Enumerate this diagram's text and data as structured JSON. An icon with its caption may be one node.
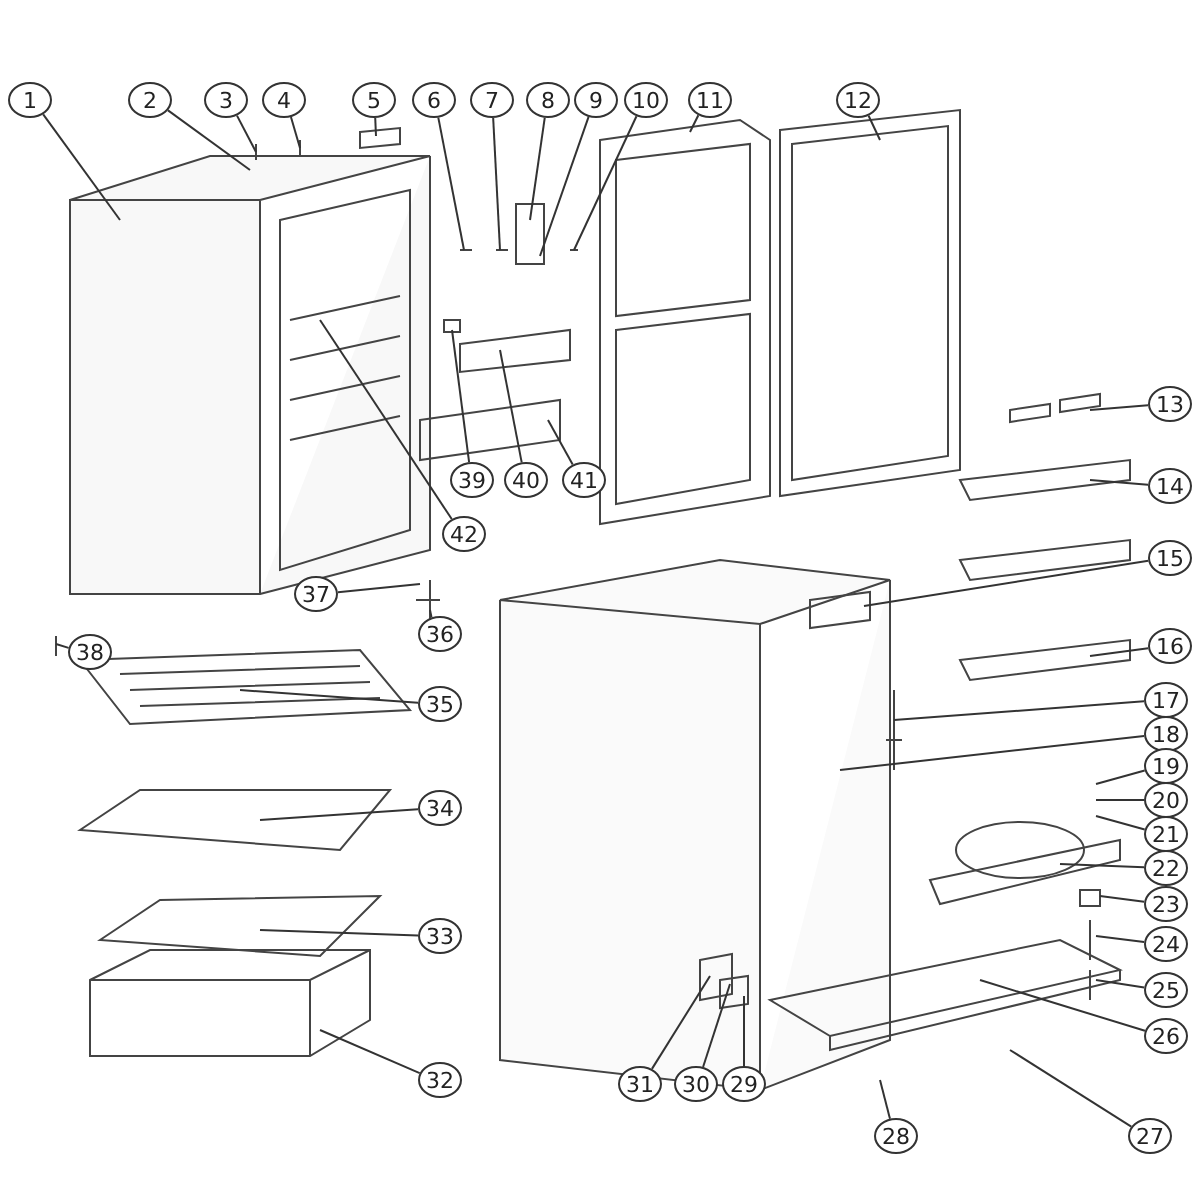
{
  "diagram": {
    "nodes": [
      {
        "text": [
          "1"
        ]
      },
      {
        "text": [
          "2"
        ]
      },
      {
        "text": [
          "3"
        ]
      },
      {
        "text": [
          "4"
        ]
      },
      {
        "text": [
          "5"
        ]
      },
      {
        "text": [
          "6"
        ]
      },
      {
        "text": [
          "7"
        ]
      },
      {
        "text": [
          "8"
        ]
      },
      {
        "text": [
          "9"
        ]
      },
      {
        "text": [
          "10"
        ]
      },
      {
        "text": [
          "11"
        ]
      },
      {
        "text": [
          "12"
        ]
      },
      {
        "text": [
          "13"
        ]
      },
      {
        "text": [
          "14"
        ]
      },
      {
        "text": [
          "15"
        ]
      },
      {
        "text": [
          "16"
        ]
      },
      {
        "text": [
          "17"
        ]
      },
      {
        "text": [
          "18"
        ]
      },
      {
        "text": [
          "19"
        ]
      },
      {
        "text": [
          "20"
        ]
      },
      {
        "text": [
          "21"
        ]
      },
      {
        "text": [
          "22"
        ]
      },
      {
        "text": [
          "23"
        ]
      },
      {
        "text": [
          "24"
        ]
      },
      {
        "text": [
          "25"
        ]
      },
      {
        "text": [
          "26"
        ]
      },
      {
        "text": [
          "27"
        ]
      },
      {
        "text": [
          "28"
        ]
      },
      {
        "text": [
          "29"
        ]
      },
      {
        "text": [
          "30"
        ]
      },
      {
        "text": [
          "31"
        ]
      },
      {
        "text": [
          "32"
        ]
      },
      {
        "text": [
          "33"
        ]
      },
      {
        "text": [
          "34"
        ]
      },
      {
        "text": [
          "35"
        ]
      },
      {
        "text": [
          "36"
        ]
      },
      {
        "text": [
          "37"
        ]
      },
      {
        "text": [
          "38"
        ]
      },
      {
        "text": [
          "39"
        ]
      },
      {
        "text": [
          "40"
        ]
      },
      {
        "text": [
          "41"
        ]
      },
      {
        "text": [
          "42"
        ]
      }
    ],
    "edges": [
      {
        "from": 0,
        "to": null,
        "arrow": "none"
      },
      {
        "from": 1,
        "to": null,
        "arrow": "none"
      },
      {
        "from": 2,
        "to": null,
        "arrow": "none"
      },
      {
        "from": 3,
        "to": null,
        "arrow": "none"
      },
      {
        "from": 4,
        "to": null,
        "arrow": "none"
      },
      {
        "from": 5,
        "to": null,
        "arrow": "none"
      },
      {
        "from": 6,
        "to": null,
        "arrow": "none"
      },
      {
        "from": 7,
        "to": null,
        "arrow": "none"
      },
      {
        "from": 8,
        "to": null,
        "arrow": "none"
      },
      {
        "from": 9,
        "to": null,
        "arrow": "none"
      },
      {
        "from": 10,
        "to": null,
        "arrow": "none"
      },
      {
        "from": 11,
        "to": null,
        "arrow": "none"
      },
      {
        "from": 12,
        "to": null,
        "arrow": "none"
      },
      {
        "from": 13,
        "to": null,
        "arrow": "none"
      },
      {
        "from": 14,
        "to": null,
        "arrow": "none"
      },
      {
        "from": 15,
        "to": null,
        "arrow": "none"
      },
      {
        "from": 16,
        "to": null,
        "arrow": "none"
      },
      {
        "from": 17,
        "to": null,
        "arrow": "none"
      },
      {
        "from": 18,
        "to": null,
        "arrow": "none"
      },
      {
        "from": 19,
        "to": null,
        "arrow": "none"
      },
      {
        "from": 20,
        "to": null,
        "arrow": "none"
      },
      {
        "from": 21,
        "to": null,
        "arrow": "none"
      },
      {
        "from": 22,
        "to": null,
        "arrow": "none"
      },
      {
        "from": 23,
        "to": null,
        "arrow": "none"
      },
      {
        "from": 24,
        "to": null,
        "arrow": "none"
      },
      {
        "from": 25,
        "to": null,
        "arrow": "none"
      },
      {
        "from": 26,
        "to": null,
        "arrow": "none"
      },
      {
        "from": 27,
        "to": null,
        "arrow": "none"
      },
      {
        "from": 28,
        "to": null,
        "arrow": "none"
      },
      {
        "from": 29,
        "to": null,
        "arrow": "none"
      },
      {
        "from": 30,
        "to": null,
        "arrow": "none"
      },
      {
        "from": 31,
        "to": null,
        "arrow": "none"
      },
      {
        "from": 32,
        "to": null,
        "arrow": "none"
      },
      {
        "from": 33,
        "to": null,
        "arrow": "none"
      },
      {
        "from": 34,
        "to": null,
        "arrow": "none"
      },
      {
        "from": 35,
        "to": null,
        "arrow": "none"
      },
      {
        "from": 36,
        "to": null,
        "arrow": "none"
      },
      {
        "from": 37,
        "to": null,
        "arrow": "none"
      },
      {
        "from": 38,
        "to": null,
        "arrow": "none"
      },
      {
        "from": 39,
        "to": null,
        "arrow": "none"
      },
      {
        "from": 40,
        "to": null,
        "arrow": "none"
      },
      {
        "from": 41,
        "to": null,
        "arrow": "none"
      }
    ]
  }
}
